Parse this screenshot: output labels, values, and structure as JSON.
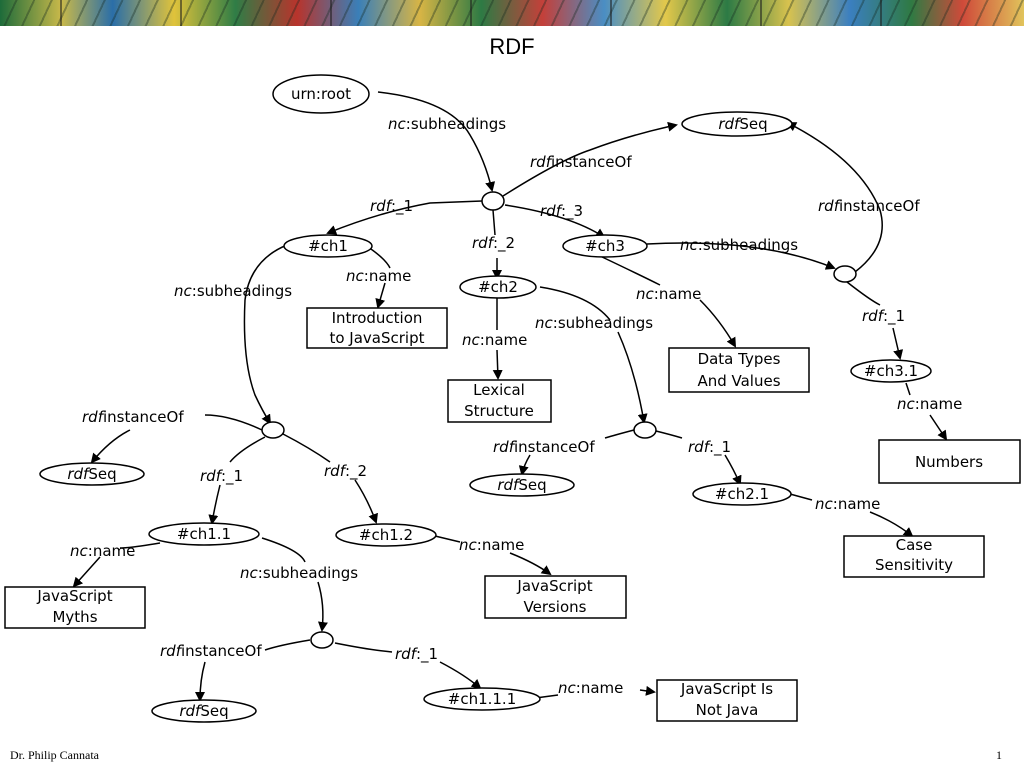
{
  "slide": {
    "title": "RDF",
    "author": "Dr. Philip Cannata",
    "page_number": "1"
  },
  "diagram": {
    "nodes": {
      "root": "urn:root",
      "seq_top": "Seq",
      "ch1": "#ch1",
      "ch2": "#ch2",
      "ch3": "#ch3",
      "ch3_1": "#ch3.1",
      "seq_ch1": "Seq",
      "ch2_seq": "Seq",
      "ch2_1": "#ch2.1",
      "ch1_1": "#ch1.1",
      "ch1_2": "#ch1.2",
      "seq_ch11": "Seq",
      "ch1_1_1": "#ch1.1.1"
    },
    "boxes": {
      "intro": [
        "Introduction",
        "to JavaScript"
      ],
      "lexical": [
        "Lexical",
        "Structure"
      ],
      "datatypes": [
        "Data Types",
        "And Values"
      ],
      "numbers": [
        "Numbers"
      ],
      "case": [
        "Case",
        "Sensitivity"
      ],
      "myths": [
        "JavaScript",
        "Myths"
      ],
      "versions": [
        "JavaScript",
        "Versions"
      ],
      "notjava": [
        "JavaScript Is",
        "Not Java"
      ]
    },
    "edges": {
      "nc": "nc",
      "rdf": "rdf",
      "subheadings": ":subheadings",
      "name": ":name",
      "instanceOf": "instanceOf",
      "_1": ":_1",
      "_2": ":_2",
      "_3": ":_3"
    }
  }
}
